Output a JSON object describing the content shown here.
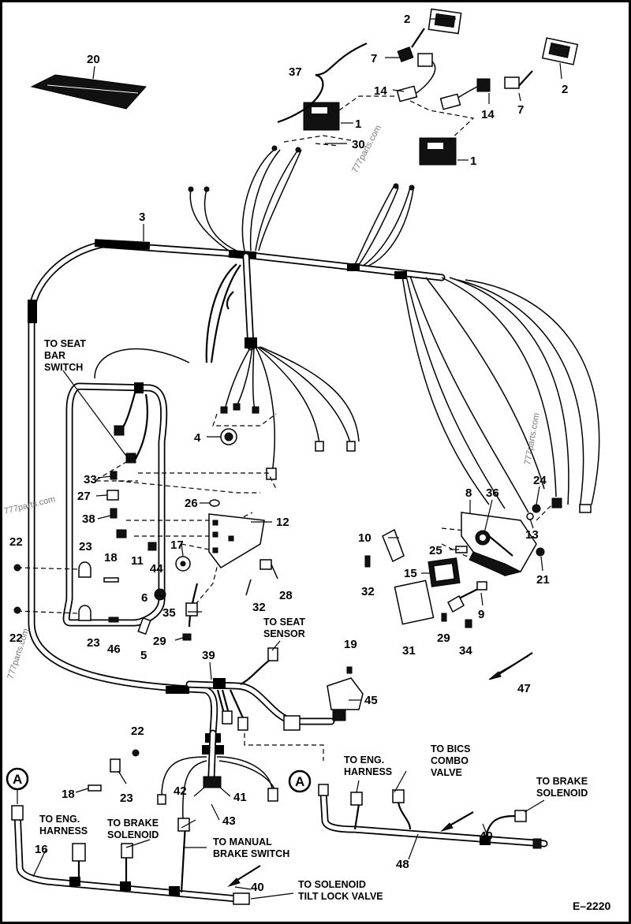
{
  "diagram_code": "E–2220",
  "watermark": "777parts.com",
  "part_numbers": {
    "p1a": "1",
    "p1b": "1",
    "p2a": "2",
    "p2b": "2",
    "p3": "3",
    "p4": "4",
    "p5": "5",
    "p6": "6",
    "p7a": "7",
    "p7b": "7",
    "p8": "8",
    "p9": "9",
    "p10": "10",
    "p11": "11",
    "p12": "12",
    "p13": "13",
    "p14a": "14",
    "p14b": "14",
    "p15": "15",
    "p16": "16",
    "p17": "17",
    "p18a": "18",
    "p18b": "18",
    "p19": "19",
    "p20": "20",
    "p21": "21",
    "p22a": "22",
    "p22b": "22",
    "p22c": "22",
    "p23a": "23",
    "p23b": "23",
    "p23c": "23",
    "p24": "24",
    "p25": "25",
    "p26": "26",
    "p27": "27",
    "p28": "28",
    "p29a": "29",
    "p29b": "29",
    "p30": "30",
    "p31": "31",
    "p32a": "32",
    "p32b": "32",
    "p33": "33",
    "p34": "34",
    "p35": "35",
    "p36": "36",
    "p37": "37",
    "p38": "38",
    "p39": "39",
    "p40a": "40",
    "p40b": "40",
    "p41": "41",
    "p42": "42",
    "p43": "43",
    "p44": "44",
    "p45": "45",
    "p46": "46",
    "p47": "47",
    "p48": "48"
  },
  "callouts": {
    "seat_bar": [
      "TO SEAT",
      "BAR",
      "SWITCH"
    ],
    "seat_sensor": [
      "TO SEAT",
      "SENSOR"
    ],
    "eng_harness_right": [
      "TO ENG.",
      "HARNESS"
    ],
    "bics_combo": [
      "TO BICS",
      "COMBO",
      "VALVE"
    ],
    "brake_solenoid_right": [
      "TO BRAKE",
      "SOLENOID"
    ],
    "eng_harness_left": [
      "TO ENG.",
      "HARNESS"
    ],
    "brake_solenoid_left": [
      "TO BRAKE",
      "SOLENOID"
    ],
    "manual_brake": [
      "TO MANUAL",
      "BRAKE SWITCH"
    ],
    "solenoid_tilt": [
      "TO SOLENOID",
      "TILT LOCK VALVE"
    ]
  },
  "connector_marks": {
    "left": "A",
    "right": "A"
  }
}
